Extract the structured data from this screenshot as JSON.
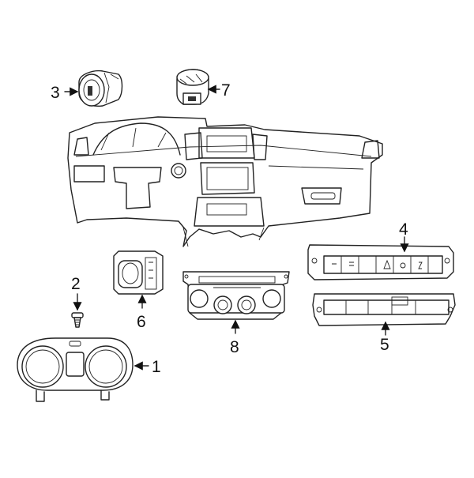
{
  "callouts": [
    {
      "id": "1",
      "label": "1"
    },
    {
      "id": "2",
      "label": "2"
    },
    {
      "id": "3",
      "label": "3"
    },
    {
      "id": "4",
      "label": "4"
    },
    {
      "id": "5",
      "label": "5"
    },
    {
      "id": "6",
      "label": "6"
    },
    {
      "id": "7",
      "label": "7"
    },
    {
      "id": "8",
      "label": "8"
    }
  ],
  "parts": [
    {
      "callout": "1",
      "icon": "instrument-cluster-icon"
    },
    {
      "callout": "2",
      "icon": "screw-icon"
    },
    {
      "callout": "3",
      "icon": "ignition-switch-icon"
    },
    {
      "callout": "4",
      "icon": "switch-panel-icon"
    },
    {
      "callout": "5",
      "icon": "switch-bezel-icon"
    },
    {
      "callout": "6",
      "icon": "headlamp-switch-icon"
    },
    {
      "callout": "7",
      "icon": "knob-switch-icon"
    },
    {
      "callout": "8",
      "icon": "climate-control-icon"
    }
  ],
  "colors": {
    "line": "#222222",
    "background": "#ffffff"
  }
}
